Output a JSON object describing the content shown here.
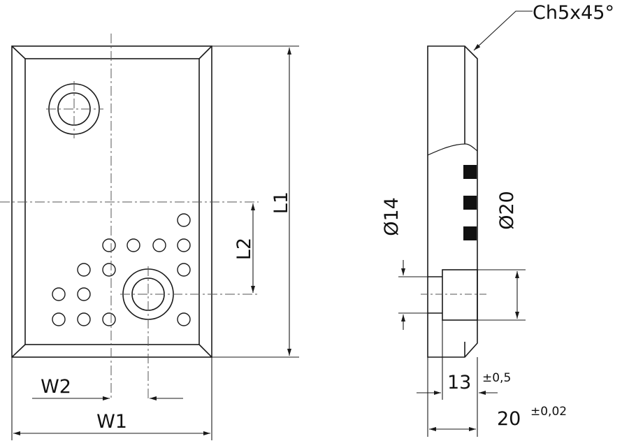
{
  "colors": {
    "line": "#1a1a1a",
    "dash": "#555555",
    "background": "#ffffff"
  },
  "labels": {
    "chamfer": "Ch5x45°",
    "l1": "L1",
    "l2": "L2",
    "w1": "W1",
    "w2": "W2",
    "d14": "Ø14",
    "d20": "Ø20",
    "dim13": "13",
    "tol13": "±0,5",
    "dim20": "20",
    "tol20": "±0,02"
  }
}
